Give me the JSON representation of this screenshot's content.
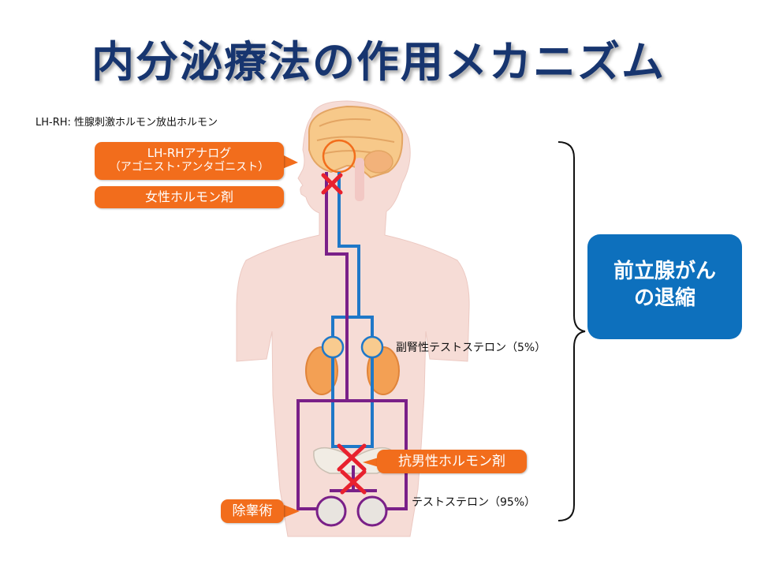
{
  "title": "内分泌療法の作用メカニズム",
  "caption": "LH-RH: 性腺刺激ホルモン放出ホルモン",
  "boxes": {
    "lhrh_line1": "LH-RHアナログ",
    "lhrh_line2": "（アゴニスト･アンタゴニスト）",
    "female_hormone": "女性ホルモン剤",
    "antiandrogen": "抗男性ホルモン剤",
    "orchiectomy": "除睾術"
  },
  "labels": {
    "adrenal": "副腎性テストステロン（5%）",
    "testosterone": "テストステロン（95%）"
  },
  "result": {
    "line1": "前立腺がん",
    "line2": "の退縮"
  },
  "colors": {
    "title": "#17356f",
    "orange": "#f26d1c",
    "blue_pathway": "#1f78c8",
    "purple_pathway": "#7a2088",
    "block_mark": "#e8212e",
    "result_box": "#0d70bd",
    "body_fill": "#f6dcd6"
  }
}
